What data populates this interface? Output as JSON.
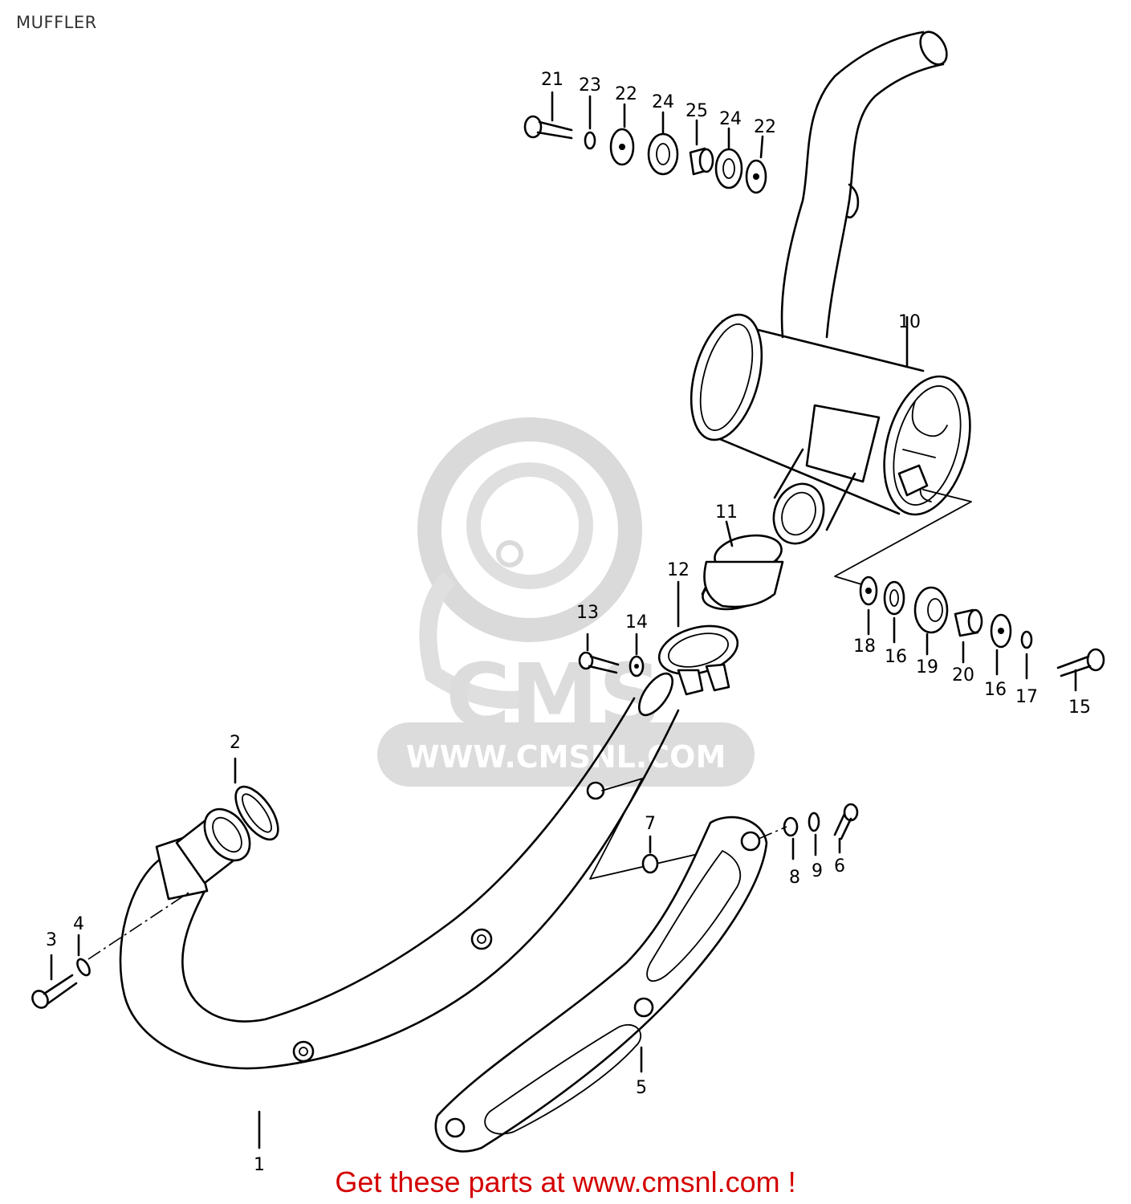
{
  "title": "MUFFLER",
  "watermark": {
    "logo_text": "CMS",
    "url": "WWW.CMSNL.COM"
  },
  "callouts": [
    {
      "id": "c1",
      "label": "1"
    },
    {
      "id": "c2",
      "label": "2"
    },
    {
      "id": "c3",
      "label": "3"
    },
    {
      "id": "c4",
      "label": "4"
    },
    {
      "id": "c5",
      "label": "5"
    },
    {
      "id": "c6",
      "label": "6"
    },
    {
      "id": "c7",
      "label": "7"
    },
    {
      "id": "c8",
      "label": "8"
    },
    {
      "id": "c9",
      "label": "9"
    },
    {
      "id": "c10",
      "label": "10"
    },
    {
      "id": "c11",
      "label": "11"
    },
    {
      "id": "c12",
      "label": "12"
    },
    {
      "id": "c13",
      "label": "13"
    },
    {
      "id": "c14",
      "label": "14"
    },
    {
      "id": "c15",
      "label": "15"
    },
    {
      "id": "c16a",
      "label": "16"
    },
    {
      "id": "c16b",
      "label": "16"
    },
    {
      "id": "c17",
      "label": "17"
    },
    {
      "id": "c18",
      "label": "18"
    },
    {
      "id": "c19",
      "label": "19"
    },
    {
      "id": "c20",
      "label": "20"
    },
    {
      "id": "c21",
      "label": "21"
    },
    {
      "id": "c22a",
      "label": "22"
    },
    {
      "id": "c22b",
      "label": "22"
    },
    {
      "id": "c23",
      "label": "23"
    },
    {
      "id": "c24a",
      "label": "24"
    },
    {
      "id": "c24b",
      "label": "24"
    },
    {
      "id": "c25",
      "label": "25"
    }
  ],
  "footer": {
    "text": "Get these parts at www.cmsnl.com !",
    "color": "#d40000"
  }
}
